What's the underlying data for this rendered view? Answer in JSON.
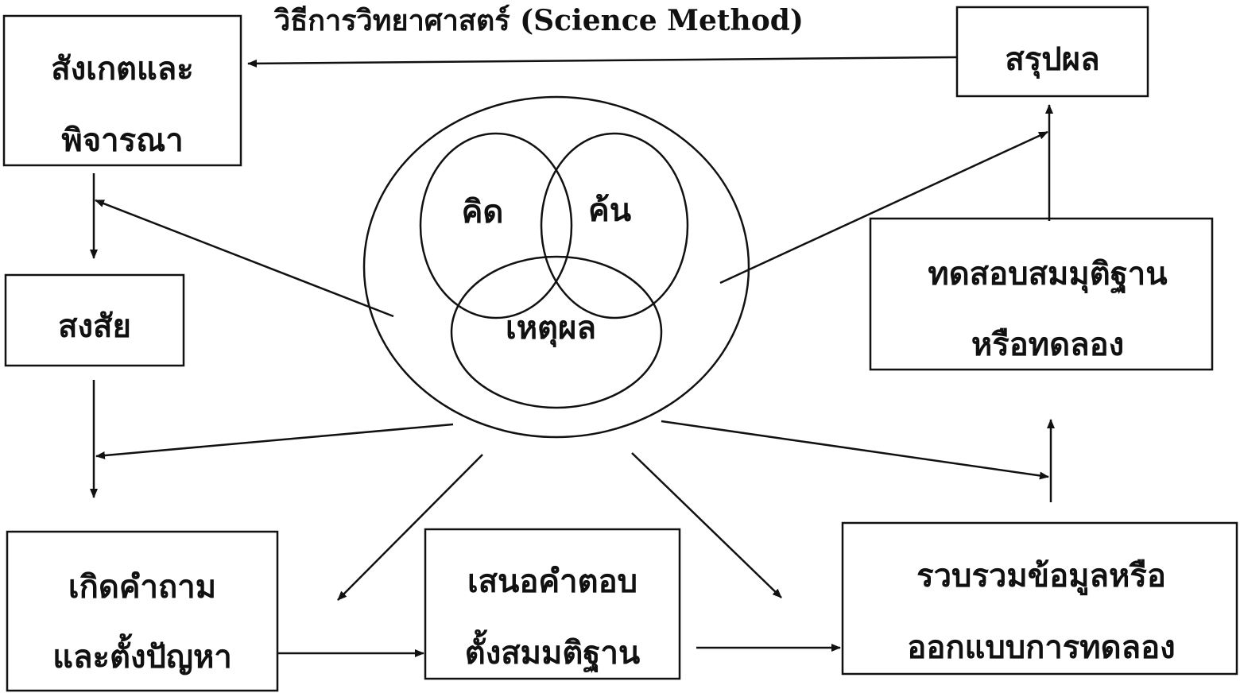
{
  "title": "วิธีการวิทยาศาสตร์ (Science Method)",
  "center": {
    "think": "คิด",
    "search": "ค้น",
    "reason": "เหตุผล"
  },
  "nodes": {
    "observe": [
      "สังเกตและ",
      "พิจารณา"
    ],
    "doubt": [
      "สงสัย"
    ],
    "question": [
      "เกิดคำถาม",
      "และตั้งปัญหา"
    ],
    "hypothesis": [
      "เสนอคำตอบ",
      "ตั้งสมมติฐาน"
    ],
    "collect": [
      "รวบรวมข้อมูลหรือ",
      "ออกแบบการทดลอง"
    ],
    "test": [
      "ทดสอบสมมุติฐาน",
      "หรือทดลอง"
    ],
    "conclude": [
      "สรุปผล"
    ]
  }
}
